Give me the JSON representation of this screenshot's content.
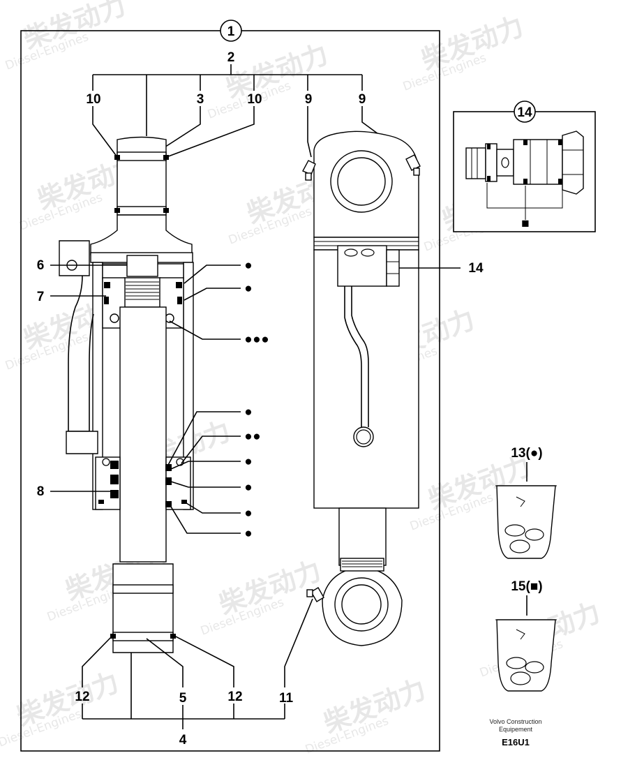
{
  "callouts": {
    "c1": "1",
    "c2": "2",
    "c3": "3",
    "c4": "4",
    "c5": "5",
    "c6": "6",
    "c7": "7",
    "c8": "8",
    "c9a": "9",
    "c9b": "9",
    "c10a": "10",
    "c10b": "10",
    "c11": "11",
    "c12a": "12",
    "c12b": "12",
    "c14_box": "14",
    "c14": "14"
  },
  "kits": {
    "kit13_label": "13(●)",
    "kit15_label": "15(■)"
  },
  "symbols": {
    "dot": "●",
    "square": "■"
  },
  "footer": {
    "brand_line1": "Volvo Construction",
    "brand_line2": "Equipement",
    "code": "E16U1"
  },
  "watermark": {
    "text": "柴发动力",
    "sub": "Diesel-Engines"
  }
}
